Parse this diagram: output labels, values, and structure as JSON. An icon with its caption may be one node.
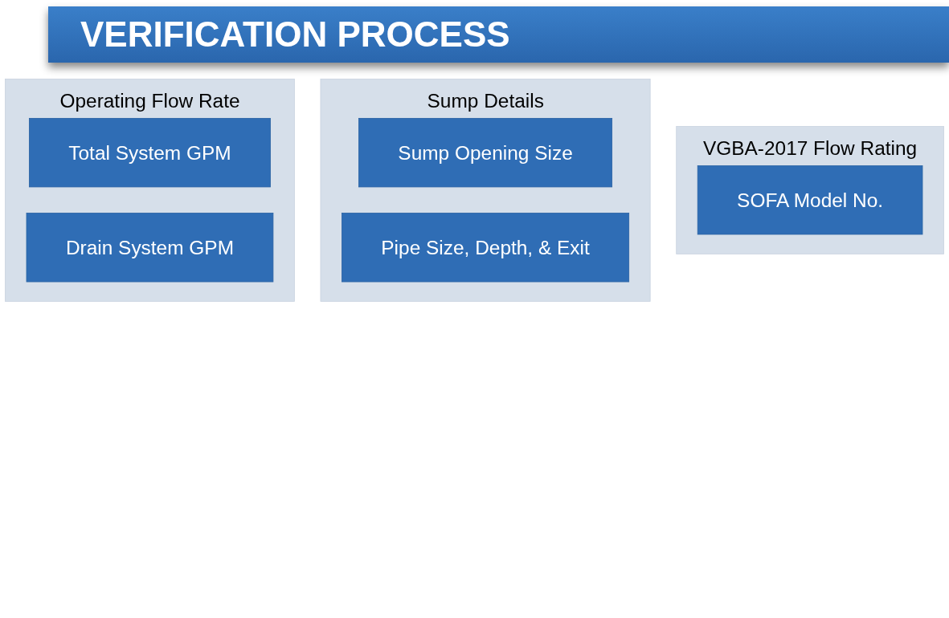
{
  "diagram": {
    "title": "VERIFICATION PROCESS",
    "nodes": [
      {
        "text": [
          "Operating Flow Rate"
        ]
      },
      {
        "text": [
          "Total System GPM"
        ],
        "in": 0
      },
      {
        "text": [
          "Drain System GPM"
        ],
        "in": 0
      },
      {
        "text": [
          "Sump Details"
        ]
      },
      {
        "text": [
          "Sump Opening Size"
        ],
        "in": 3
      },
      {
        "text": [
          "Pipe Size, Depth, & Exit"
        ],
        "in": 3
      },
      {
        "text": [
          "VGBA-2017 Flow Rating"
        ]
      },
      {
        "text": [
          "SOFA Model No."
        ],
        "in": 6
      }
    ]
  }
}
